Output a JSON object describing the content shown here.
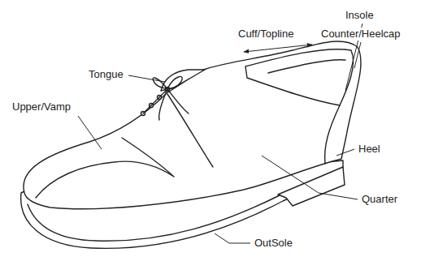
{
  "diagram": {
    "labels": [
      "Insole",
      "Cuff/Topline",
      "Counter/Heelcap",
      "Tongue",
      "Upper/Vamp",
      "Heel",
      "Quarter",
      "OutSole"
    ]
  }
}
